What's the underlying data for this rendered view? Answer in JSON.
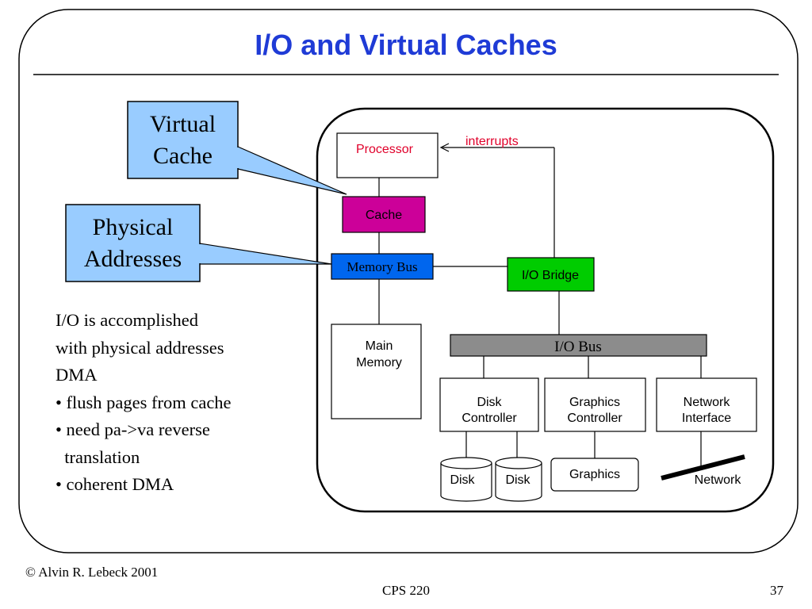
{
  "slide": {
    "title": "I/O and Virtual Caches",
    "footer_left": "© Alvin R. Lebeck 2001",
    "footer_center": "CPS 220",
    "page_number": "37"
  },
  "callouts": {
    "virtual_cache": [
      "Virtual",
      "Cache"
    ],
    "physical_addresses": [
      "Physical",
      "Addresses"
    ]
  },
  "notes": [
    "I/O is accomplished",
    "with physical addresses",
    "DMA",
    "• flush pages from cache",
    "• need pa->va reverse",
    "  translation",
    "• coherent DMA"
  ],
  "diagram": {
    "processor": "Processor",
    "interrupts": "interrupts",
    "cache": "Cache",
    "memory_bus": "Memory Bus",
    "io_bridge": "I/O Bridge",
    "main_memory": [
      "Main",
      "Memory"
    ],
    "io_bus": "I/O Bus",
    "disk_controller": [
      "Disk",
      "Controller"
    ],
    "graphics_controller": [
      "Graphics",
      "Controller"
    ],
    "network_interface": [
      "Network",
      "Interface"
    ],
    "disk_1": "Disk",
    "disk_2": "Disk",
    "graphics": "Graphics",
    "network": "Network"
  },
  "colors": {
    "title": "#1f3bd6",
    "callout_fill": "#99ccff",
    "cache_fill": "#cc0099",
    "memory_bus_fill": "#0066ee",
    "io_bridge_fill": "#00cc00",
    "io_bus_fill": "#8c8c8c",
    "red_label": "#e0002a"
  }
}
